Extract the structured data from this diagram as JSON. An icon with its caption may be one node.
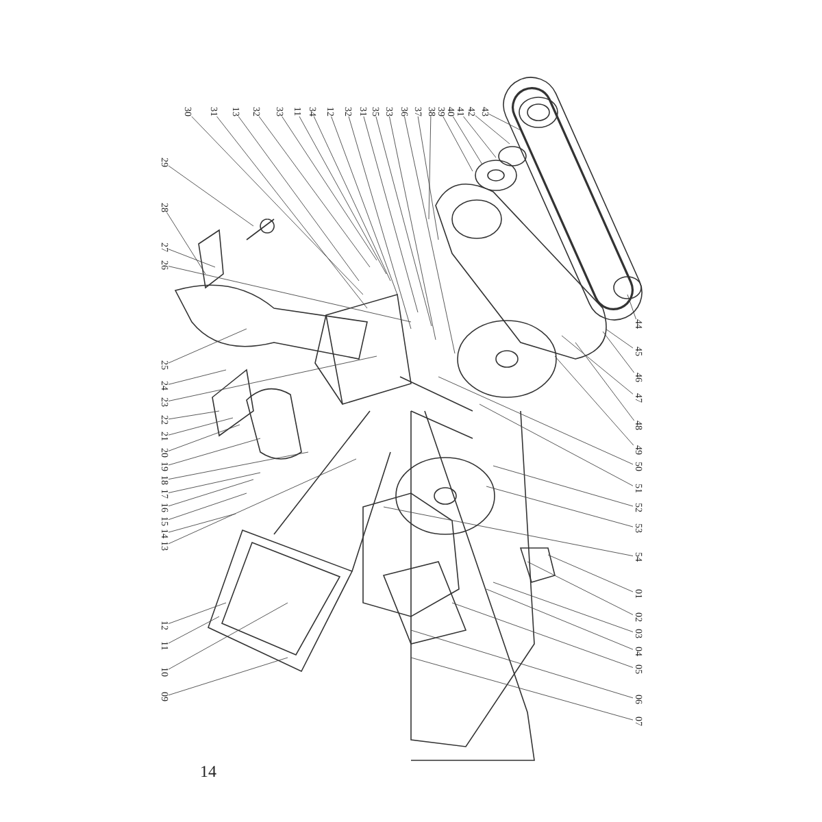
{
  "diagram": {
    "nodes": [
      {
        "text": [
          "30"
        ]
      },
      {
        "text": [
          "31"
        ]
      },
      {
        "text": [
          "13"
        ]
      },
      {
        "text": [
          "32"
        ]
      },
      {
        "text": [
          "33"
        ]
      },
      {
        "text": [
          "11"
        ]
      },
      {
        "text": [
          "34"
        ]
      },
      {
        "text": [
          "12"
        ]
      },
      {
        "text": [
          "32"
        ]
      },
      {
        "text": [
          "31"
        ]
      },
      {
        "text": [
          "35"
        ]
      },
      {
        "text": [
          "33"
        ]
      },
      {
        "text": [
          "36"
        ]
      },
      {
        "text": [
          "37"
        ]
      },
      {
        "text": [
          "38"
        ]
      },
      {
        "text": [
          "39"
        ]
      },
      {
        "text": [
          "40"
        ]
      },
      {
        "text": [
          "41"
        ]
      },
      {
        "text": [
          "42"
        ]
      },
      {
        "text": [
          "43"
        ]
      },
      {
        "text": [
          "29"
        ]
      },
      {
        "text": [
          "28"
        ]
      },
      {
        "text": [
          "27"
        ]
      },
      {
        "text": [
          "26"
        ]
      },
      {
        "text": [
          "25"
        ]
      },
      {
        "text": [
          "24"
        ]
      },
      {
        "text": [
          "23"
        ]
      },
      {
        "text": [
          "22"
        ]
      },
      {
        "text": [
          "21"
        ]
      },
      {
        "text": [
          "20"
        ]
      },
      {
        "text": [
          "19"
        ]
      },
      {
        "text": [
          "18"
        ]
      },
      {
        "text": [
          "17"
        ]
      },
      {
        "text": [
          "16"
        ]
      },
      {
        "text": [
          "15"
        ]
      },
      {
        "text": [
          "14"
        ]
      },
      {
        "text": [
          "13"
        ]
      },
      {
        "text": [
          "12"
        ]
      },
      {
        "text": [
          "11"
        ]
      },
      {
        "text": [
          "10"
        ]
      },
      {
        "text": [
          "09"
        ]
      },
      {
        "text": [
          "44"
        ]
      },
      {
        "text": [
          "45"
        ]
      },
      {
        "text": [
          "46"
        ]
      },
      {
        "text": [
          "47"
        ]
      },
      {
        "text": [
          "48"
        ]
      },
      {
        "text": [
          "49"
        ]
      },
      {
        "text": [
          "50"
        ]
      },
      {
        "text": [
          "51"
        ]
      },
      {
        "text": [
          "52"
        ]
      },
      {
        "text": [
          "53"
        ]
      },
      {
        "text": [
          "54"
        ]
      },
      {
        "text": [
          "01"
        ]
      },
      {
        "text": [
          "02"
        ]
      },
      {
        "text": [
          "03"
        ]
      },
      {
        "text": [
          "04"
        ]
      },
      {
        "text": [
          "05"
        ]
      },
      {
        "text": [
          "06"
        ]
      },
      {
        "text": [
          "07"
        ]
      }
    ],
    "edges": [
      {
        "from": 0,
        "to": null,
        "arrow": "none"
      },
      {
        "from": 1,
        "to": null,
        "arrow": "none"
      },
      {
        "from": 2,
        "to": null,
        "arrow": "none"
      },
      {
        "from": 3,
        "to": null,
        "arrow": "none"
      },
      {
        "from": 4,
        "to": null,
        "arrow": "none"
      },
      {
        "from": 5,
        "to": null,
        "arrow": "none"
      },
      {
        "from": 6,
        "to": null,
        "arrow": "none"
      },
      {
        "from": 7,
        "to": null,
        "arrow": "none"
      },
      {
        "from": 8,
        "to": null,
        "arrow": "none"
      },
      {
        "from": 9,
        "to": null,
        "arrow": "none"
      },
      {
        "from": 10,
        "to": null,
        "arrow": "none"
      },
      {
        "from": 11,
        "to": null,
        "arrow": "none"
      },
      {
        "from": 12,
        "to": null,
        "arrow": "none"
      },
      {
        "from": 13,
        "to": null,
        "arrow": "none"
      },
      {
        "from": 14,
        "to": null,
        "arrow": "none"
      },
      {
        "from": 15,
        "to": null,
        "arrow": "none"
      },
      {
        "from": 16,
        "to": null,
        "arrow": "none"
      },
      {
        "from": 17,
        "to": null,
        "arrow": "none"
      },
      {
        "from": 18,
        "to": null,
        "arrow": "none"
      },
      {
        "from": 19,
        "to": null,
        "arrow": "none"
      },
      {
        "from": 20,
        "to": null,
        "arrow": "none"
      },
      {
        "from": 21,
        "to": null,
        "arrow": "none"
      },
      {
        "from": 22,
        "to": null,
        "arrow": "none"
      },
      {
        "from": 23,
        "to": null,
        "arrow": "none"
      },
      {
        "from": 24,
        "to": null,
        "arrow": "none"
      },
      {
        "from": 25,
        "to": null,
        "arrow": "none"
      },
      {
        "from": 26,
        "to": null,
        "arrow": "none"
      },
      {
        "from": 27,
        "to": null,
        "arrow": "none"
      },
      {
        "from": 28,
        "to": null,
        "arrow": "none"
      },
      {
        "from": 29,
        "to": null,
        "arrow": "none"
      },
      {
        "from": 30,
        "to": null,
        "arrow": "none"
      },
      {
        "from": 31,
        "to": null,
        "arrow": "none"
      },
      {
        "from": 32,
        "to": null,
        "arrow": "none"
      },
      {
        "from": 33,
        "to": null,
        "arrow": "none"
      },
      {
        "from": 34,
        "to": null,
        "arrow": "none"
      },
      {
        "from": 35,
        "to": null,
        "arrow": "none"
      },
      {
        "from": 36,
        "to": null,
        "arrow": "none"
      },
      {
        "from": 37,
        "to": null,
        "arrow": "none"
      },
      {
        "from": 38,
        "to": null,
        "arrow": "none"
      },
      {
        "from": 39,
        "to": null,
        "arrow": "none"
      },
      {
        "from": 40,
        "to": null,
        "arrow": "none"
      },
      {
        "from": 41,
        "to": null,
        "arrow": "none"
      },
      {
        "from": 42,
        "to": null,
        "arrow": "none"
      },
      {
        "from": 43,
        "to": null,
        "arrow": "none"
      },
      {
        "from": 44,
        "to": null,
        "arrow": "none"
      },
      {
        "from": 45,
        "to": null,
        "arrow": "none"
      },
      {
        "from": 46,
        "to": null,
        "arrow": "none"
      },
      {
        "from": 47,
        "to": null,
        "arrow": "none"
      },
      {
        "from": 48,
        "to": null,
        "arrow": "none"
      },
      {
        "from": 49,
        "to": null,
        "arrow": "none"
      },
      {
        "from": 50,
        "to": null,
        "arrow": "none"
      },
      {
        "from": 51,
        "to": null,
        "arrow": "none"
      },
      {
        "from": 52,
        "to": null,
        "arrow": "none"
      },
      {
        "from": 53,
        "to": null,
        "arrow": "none"
      },
      {
        "from": 54,
        "to": null,
        "arrow": "none"
      },
      {
        "from": 55,
        "to": null,
        "arrow": "none"
      },
      {
        "from": 56,
        "to": null,
        "arrow": "none"
      },
      {
        "from": 57,
        "to": null,
        "arrow": "none"
      },
      {
        "from": 58,
        "to": null,
        "arrow": "none"
      }
    ],
    "labels": [
      "14"
    ]
  }
}
